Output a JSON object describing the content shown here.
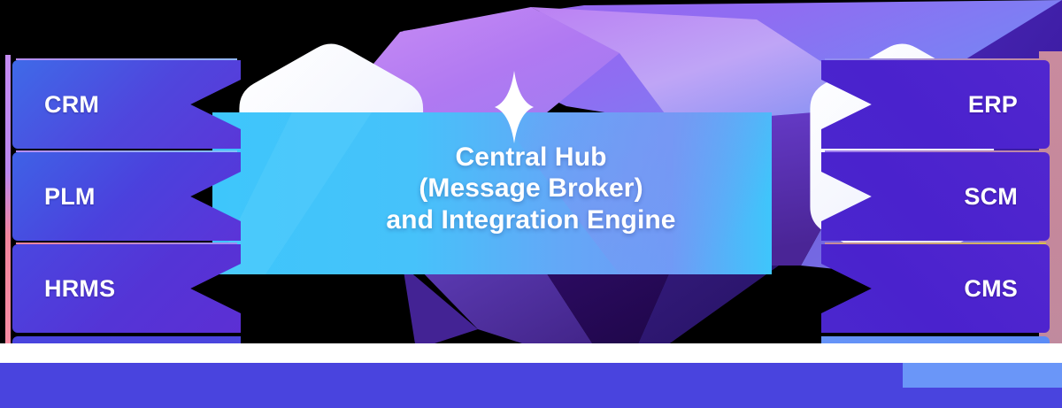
{
  "diagram": {
    "title_lines": [
      "Central Hub",
      "(Message Broker)",
      "and Integration Engine"
    ],
    "hub_label": "Central Hub (Message Broker) and Integration Engine",
    "left_nodes": [
      {
        "label": "CRM"
      },
      {
        "label": "PLM"
      },
      {
        "label": "HRMS"
      },
      {
        "label": ""
      }
    ],
    "right_nodes": [
      {
        "label": "ERP"
      },
      {
        "label": "SCM"
      },
      {
        "label": "CMS"
      },
      {
        "label": ""
      }
    ],
    "colors": {
      "hub_cyan": "#43c6f8",
      "hub_blue": "#5b8cf6",
      "node_blue": "#3f6ae8",
      "node_violet": "#5126cf",
      "gem_purple": "#a46cf0",
      "gem_dark": "#2a0a5e",
      "hexagon_white": "#f2f4fd",
      "edge_pink": "#f2849c",
      "edge_lilac": "#c58bf2"
    },
    "icons": {
      "sparkle": "sparkle-icon"
    }
  }
}
